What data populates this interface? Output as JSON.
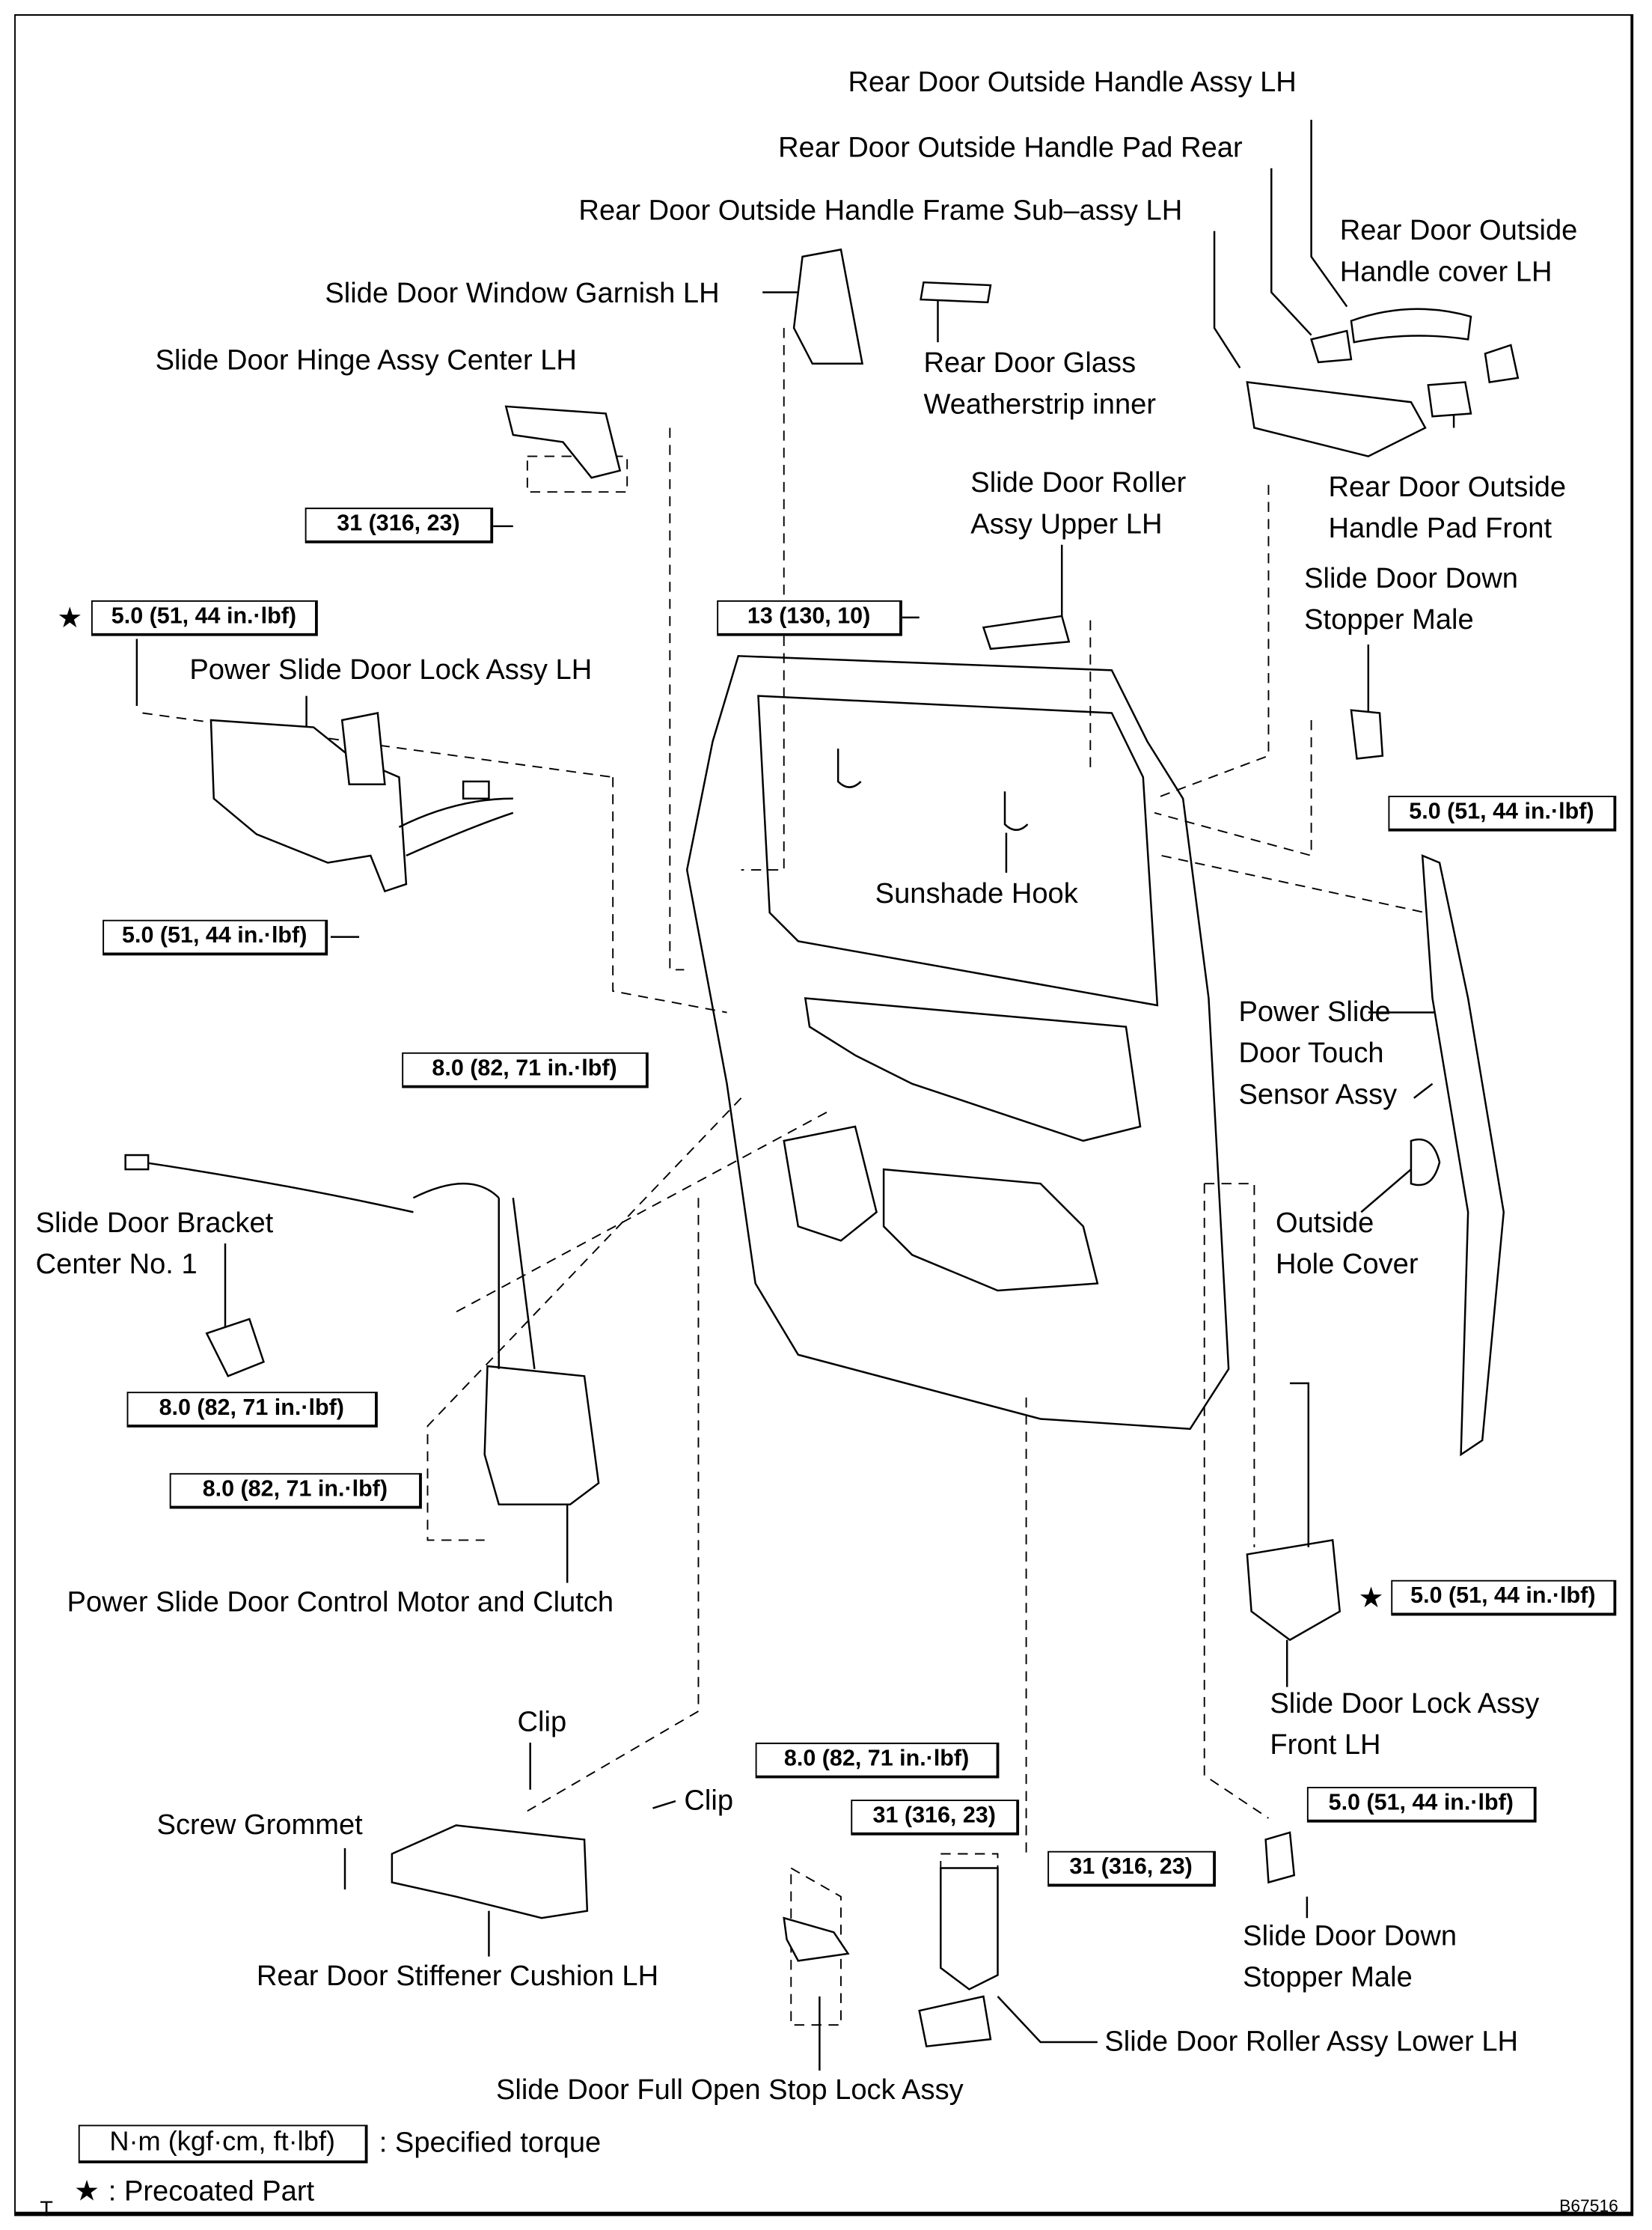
{
  "labels": [
    [
      "Rear Door Outside Handle Assy LH"
    ],
    [
      "Rear Door Outside Handle Pad Rear"
    ],
    [
      "Rear Door Outside Handle Frame Sub–assy LH"
    ],
    [
      "Rear Door Outside",
      "Handle cover LH"
    ],
    [
      "Slide Door Window Garnish LH"
    ],
    [
      "Rear Door Glass",
      "Weatherstrip inner"
    ],
    [
      "Slide Door Hinge Assy Center LH"
    ],
    [
      "Rear Door Outside",
      "Handle Pad Front"
    ],
    [
      "Slide Door Roller",
      "Assy Upper LH"
    ],
    [
      "Slide Door Down",
      "Stopper Male"
    ],
    [
      "Power Slide Door Lock Assy LH"
    ],
    [
      "Sunshade Hook"
    ],
    [
      "Power Slide",
      "Door Touch",
      "Sensor Assy"
    ],
    [
      "Slide Door Bracket",
      "Center No. 1"
    ],
    [
      "Outside",
      "Hole Cover"
    ],
    [
      "Power Slide Door Control Motor and Clutch"
    ],
    [
      "Slide Door Lock Assy",
      "Front LH"
    ],
    [
      "Clip"
    ],
    [
      "Clip"
    ],
    [
      "Screw Grommet"
    ],
    [
      "Slide Door Down",
      "Stopper Male"
    ],
    [
      "Rear Door Stiffener Cushion LH"
    ],
    [
      "Slide Door Roller Assy Lower LH"
    ],
    [
      "Slide Door Full Open Stop Lock Assy"
    ]
  ],
  "torques": [
    {
      "value": "31 (316, 23)",
      "precoated": false
    },
    {
      "value": "5.0 (51, 44 in.·lbf)",
      "precoated": true
    },
    {
      "value": "13 (130, 10)",
      "precoated": false
    },
    {
      "value": "5.0 (51, 44 in.·lbf)",
      "precoated": false
    },
    {
      "value": "5.0 (51, 44 in.·lbf)",
      "precoated": false
    },
    {
      "value": "8.0 (82, 71 in.·lbf)",
      "precoated": false
    },
    {
      "value": "8.0 (82, 71 in.·lbf)",
      "precoated": false
    },
    {
      "value": "8.0 (82, 71 in.·lbf)",
      "precoated": false
    },
    {
      "value": "5.0 (51, 44 in.·lbf)",
      "precoated": true
    },
    {
      "value": "8.0 (82, 71 in.·lbf)",
      "precoated": false
    },
    {
      "value": "5.0 (51, 44 in.·lbf)",
      "precoated": false
    },
    {
      "value": "31 (316, 23)",
      "precoated": false
    },
    {
      "value": "31 (316, 23)",
      "precoated": false
    }
  ],
  "star_symbol": "★",
  "legend": {
    "torque_unit": "N·m (kgf·cm, ft·lbf)",
    "torque_desc": ": Specified torque",
    "star": "★",
    "star_desc": ": Precoated Part"
  },
  "corner_mark": "T",
  "figure_id": "B67516"
}
